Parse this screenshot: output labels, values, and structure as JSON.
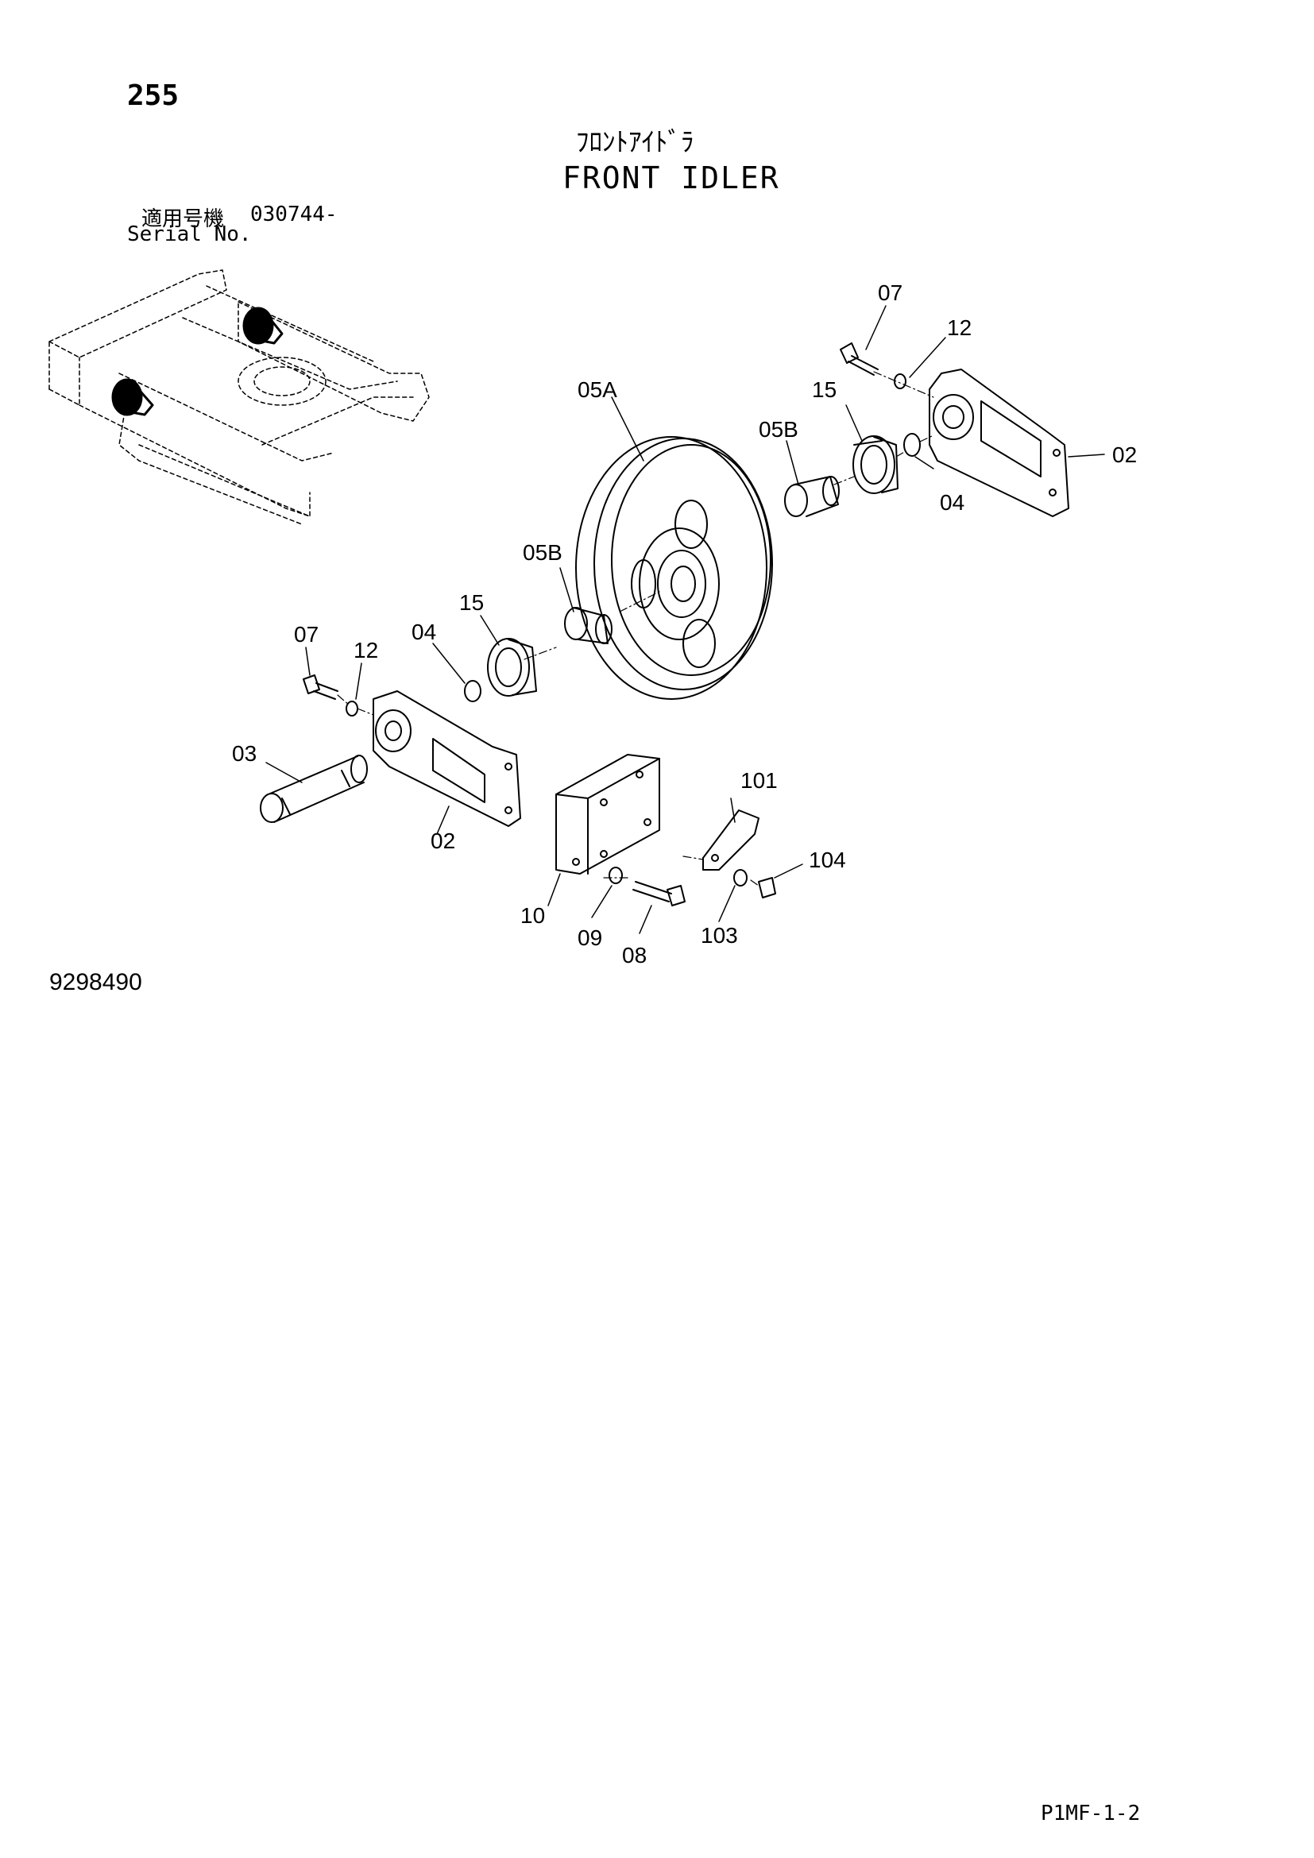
{
  "page_number": "255",
  "title_jp": "ﾌﾛﾝﾄｱｲﾄﾞﾗ",
  "title_en": "FRONT IDLER",
  "serial": {
    "label_jp": "適用号機",
    "label_en": "Serial No.",
    "number": "030744-"
  },
  "diagram_number": "9298490",
  "page_code": "P1MF-1-2",
  "callouts": {
    "c07_top": "07",
    "c12_top": "12",
    "c15_top": "15",
    "c05A": "05A",
    "c05B_top": "05B",
    "c02_right": "02",
    "c04_right": "04",
    "c05B_left": "05B",
    "c15_left": "15",
    "c04_left": "04",
    "c07_left": "07",
    "c12_left": "12",
    "c03": "03",
    "c02_left": "02",
    "c101": "101",
    "c104": "104",
    "c10": "10",
    "c09": "09",
    "c08": "08",
    "c103": "103"
  }
}
